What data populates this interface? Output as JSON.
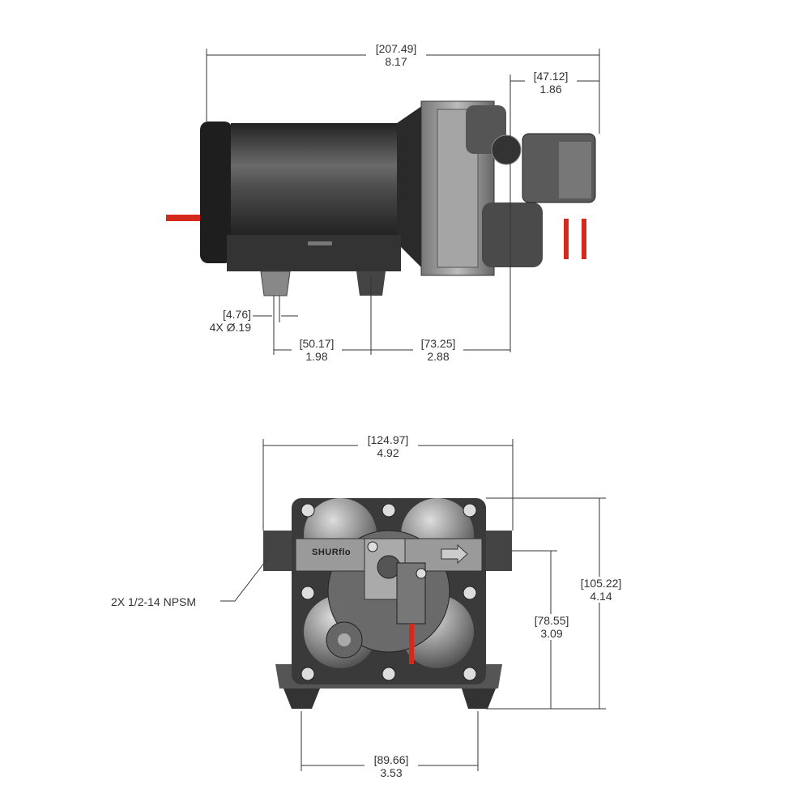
{
  "side_view": {
    "overall_length": {
      "mm": "[207.49]",
      "in": "8.17"
    },
    "valve_length": {
      "mm": "[47.12]",
      "in": "1.86"
    },
    "mount_hole": {
      "mm": "[4.76]",
      "in": "4X Ø.19"
    },
    "hole_spacing": {
      "mm": "[50.17]",
      "in": "1.98"
    },
    "hole_to_head": {
      "mm": "[73.25]",
      "in": "2.88"
    }
  },
  "front_view": {
    "overall_width": {
      "mm": "[124.97]",
      "in": "4.92"
    },
    "overall_height": {
      "mm": "[105.22]",
      "in": "4.14"
    },
    "port_height": {
      "mm": "[78.55]",
      "in": "3.09"
    },
    "foot_spacing": {
      "mm": "[89.66]",
      "in": "3.53"
    },
    "port_callout": "2X 1/2-14 NPSM",
    "logo": "SHURflo"
  },
  "colors": {
    "body": "#3a3a3a",
    "head": "#9a9a9a",
    "wire": "#d42a1e",
    "line": "#333333"
  }
}
